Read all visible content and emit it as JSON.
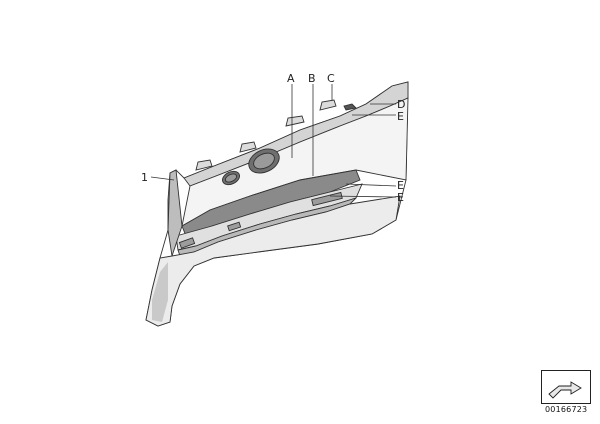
{
  "diagram": {
    "callouts": {
      "part_1": "1",
      "a": "A",
      "b": "B",
      "c": "C",
      "d": "D",
      "e1": "E",
      "e2": "E",
      "e3": "E"
    },
    "reference_number": "00166723"
  }
}
